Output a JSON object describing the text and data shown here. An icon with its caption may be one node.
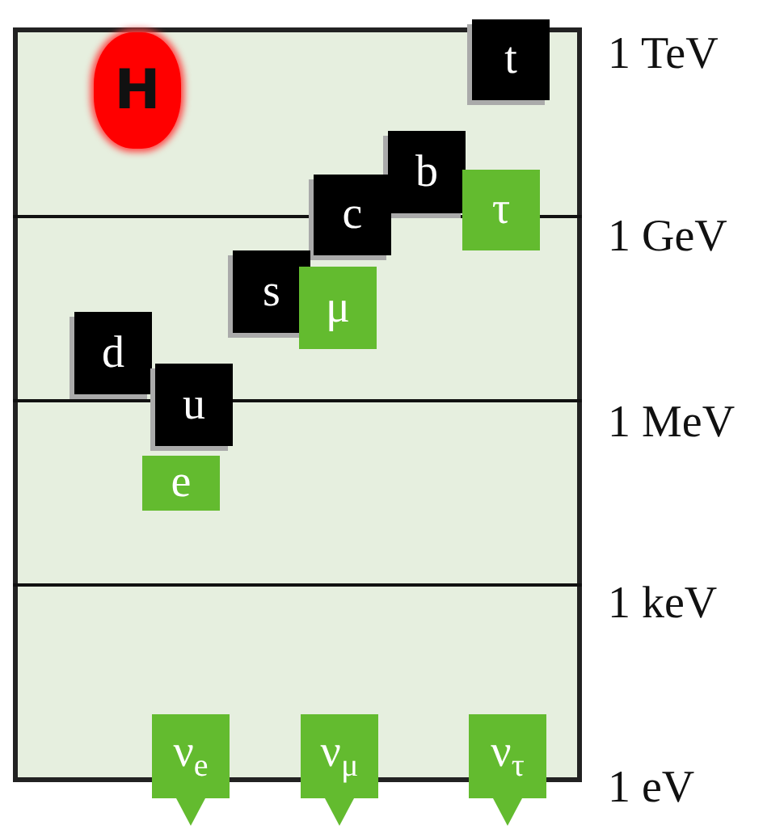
{
  "diagram": {
    "nodes": [
      {
        "text": [
          "H"
        ]
      },
      {
        "text": [
          "t"
        ]
      },
      {
        "text": [
          "b"
        ]
      },
      {
        "text": [
          "τ"
        ]
      },
      {
        "text": [
          "c"
        ]
      },
      {
        "text": [
          "s"
        ]
      },
      {
        "text": [
          "μ"
        ]
      },
      {
        "text": [
          "d"
        ]
      },
      {
        "text": [
          "u"
        ]
      },
      {
        "text": [
          "e"
        ]
      },
      {
        "text": [
          "ν$_{e}$"
        ]
      },
      {
        "text": [
          "ν$_{μ}$"
        ]
      },
      {
        "text": [
          "ν$_{τ}$"
        ]
      }
    ],
    "labels": [
      "1 TeV",
      "1 GeV",
      "1 MeV",
      "1 keV",
      "1 eV"
    ]
  }
}
